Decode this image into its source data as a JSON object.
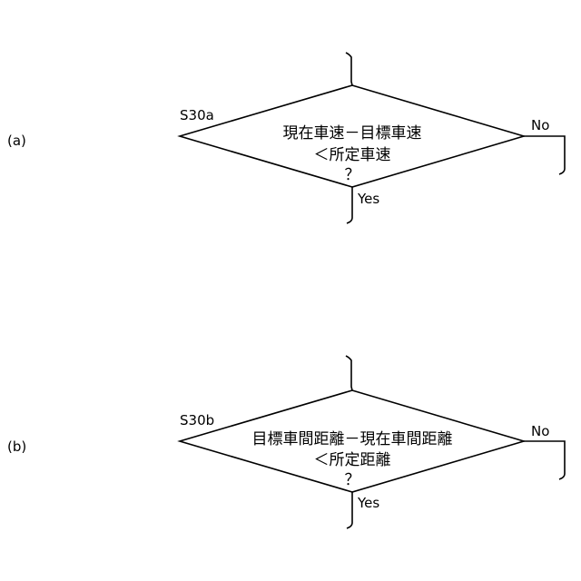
{
  "panel_a": {
    "label": "(a)",
    "step": "S30a",
    "line1": "現在車速－目標車速",
    "line2": "＜所定車速",
    "line3": "？",
    "yes": "Yes",
    "no": "No"
  },
  "panel_b": {
    "label": "(b)",
    "step": "S30b",
    "line1": "目標車間距離－現在車間距離",
    "line2": "＜所定距離",
    "line3": "？",
    "yes": "Yes",
    "no": "No"
  }
}
